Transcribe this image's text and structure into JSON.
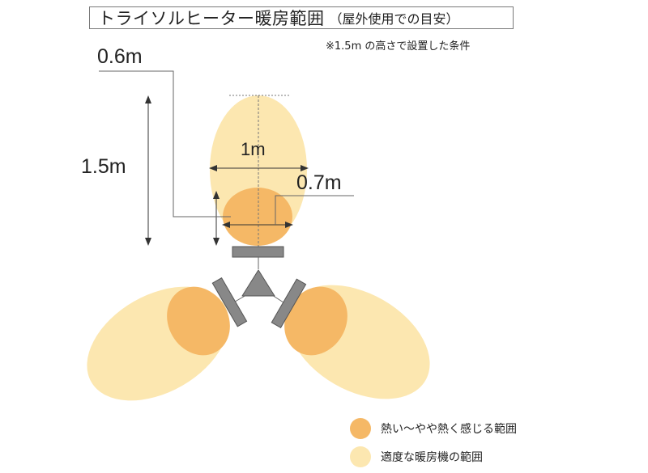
{
  "title": {
    "main": "トライソルヒーター暖房範囲",
    "sub": "（屋外使用での目安）"
  },
  "note": "※1.5m の高さで設置した条件",
  "dimensions": {
    "width_inner": "0.6m",
    "height": "1.5m",
    "width_outer": "1m",
    "height_inner": "0.7m"
  },
  "legend": [
    {
      "label": "熱い～やや熱く感じる範囲",
      "color": "#F5B866"
    },
    {
      "label": "適度な暖房機の範囲",
      "color": "#FCE7B0"
    }
  ],
  "colors": {
    "mild": "#FCE7B0",
    "hot": "#F5B866",
    "panel": "#888888",
    "line": "#555555"
  }
}
